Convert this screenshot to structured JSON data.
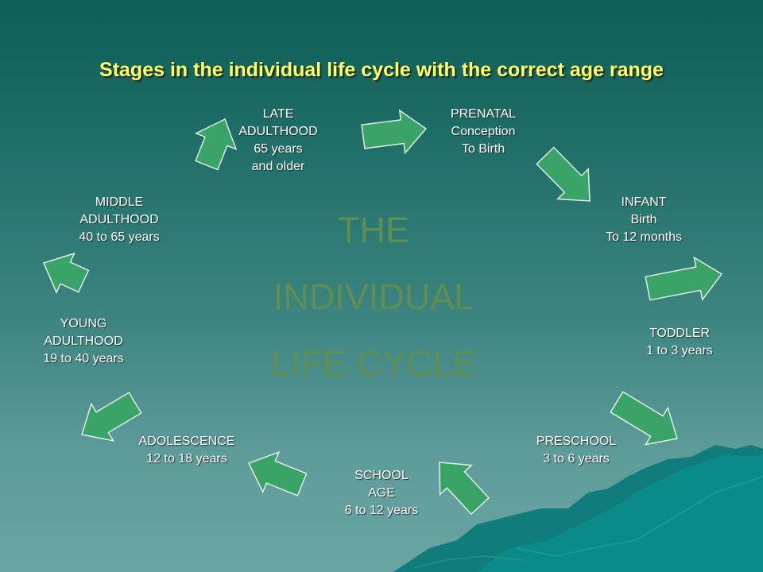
{
  "slide": {
    "title": "Stages in the individual life cycle with the correct age range",
    "center_text": [
      "THE",
      "INDIVIDUAL",
      "LIFE CYCLE"
    ],
    "colors": {
      "title": "#ffff66",
      "arrow_fill": "#3aa368",
      "center_text": "#5f8e55",
      "stage_text": "#ffffff",
      "mountain": "#0e7f80"
    }
  },
  "stages": [
    {
      "id": "prenatal",
      "lines": [
        "PRENATAL",
        "Conception",
        "To Birth"
      ]
    },
    {
      "id": "infant",
      "lines": [
        "INFANT",
        "Birth",
        "To 12 months"
      ]
    },
    {
      "id": "toddler",
      "lines": [
        "TODDLER",
        "1 to 3 years"
      ]
    },
    {
      "id": "preschool",
      "lines": [
        "PRESCHOOL",
        "3 to 6 years"
      ]
    },
    {
      "id": "school-age",
      "lines": [
        "SCHOOL",
        "AGE",
        "6 to 12 years"
      ]
    },
    {
      "id": "adolescence",
      "lines": [
        "ADOLESCENCE",
        "12 to 18 years"
      ]
    },
    {
      "id": "young-adult",
      "lines": [
        "YOUNG",
        "ADULTHOOD",
        "19 to 40 years"
      ]
    },
    {
      "id": "middle-adult",
      "lines": [
        "MIDDLE",
        "ADULTHOOD",
        "40 to 65 years"
      ]
    },
    {
      "id": "late-adult",
      "lines": [
        "LATE",
        "ADULTHOOD",
        "65 years",
        "and older"
      ]
    }
  ],
  "arrows": [
    {
      "from": "late-adult",
      "to": "prenatal",
      "icon": "arrow-right-icon"
    },
    {
      "from": "prenatal",
      "to": "infant",
      "icon": "arrow-down-right-icon"
    },
    {
      "from": "infant",
      "to": "toddler",
      "icon": "arrow-down-icon"
    },
    {
      "from": "toddler",
      "to": "preschool",
      "icon": "arrow-down-right-icon"
    },
    {
      "from": "preschool",
      "to": "school-age",
      "icon": "arrow-down-left-icon"
    },
    {
      "from": "school-age",
      "to": "adolescence",
      "icon": "arrow-up-left-icon"
    },
    {
      "from": "adolescence",
      "to": "young-adult",
      "icon": "arrow-up-left-icon"
    },
    {
      "from": "young-adult",
      "to": "middle-adult",
      "icon": "arrow-up-icon"
    },
    {
      "from": "middle-adult",
      "to": "late-adult",
      "icon": "arrow-up-right-icon"
    }
  ]
}
